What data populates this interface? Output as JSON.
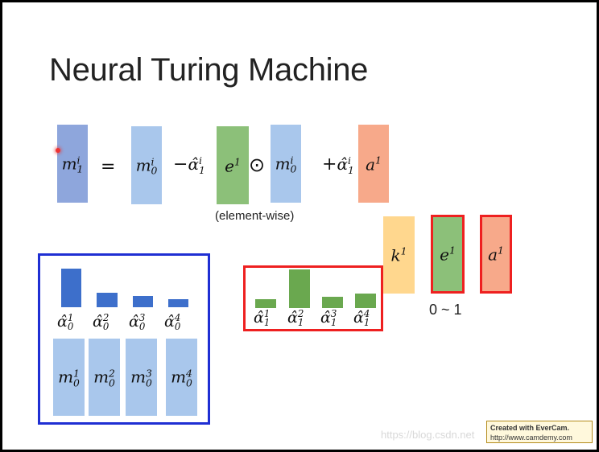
{
  "slide": {
    "title": "Neural Turing Machine",
    "equation": {
      "lhs": "m",
      "lhs_sup": "i",
      "lhs_sub": "1",
      "equals": "=",
      "m0": "m",
      "m0_sup": "i",
      "m0_sub": "0",
      "minus": "−",
      "alpha_hat": "α̂",
      "alpha_sup": "i",
      "alpha_sub": "1",
      "e": "e",
      "e_sup": "1",
      "odot": "⊙",
      "plus": "+",
      "a": "a",
      "a_sup": "1"
    },
    "element_wise_note": "(element-wise)",
    "memory_panel": {
      "weights": [
        {
          "symbol": "α̂",
          "sup": "1",
          "sub": "0",
          "value": 1.0
        },
        {
          "symbol": "α̂",
          "sup": "2",
          "sub": "0",
          "value": 0.38
        },
        {
          "symbol": "α̂",
          "sup": "3",
          "sub": "0",
          "value": 0.3
        },
        {
          "symbol": "α̂",
          "sup": "4",
          "sub": "0",
          "value": 0.2
        }
      ],
      "memories": [
        {
          "symbol": "m",
          "sup": "1",
          "sub": "0"
        },
        {
          "symbol": "m",
          "sup": "2",
          "sub": "0"
        },
        {
          "symbol": "m",
          "sup": "3",
          "sub": "0"
        },
        {
          "symbol": "m",
          "sup": "4",
          "sub": "0"
        }
      ]
    },
    "attention_panel": {
      "weights": [
        {
          "symbol": "α̂",
          "sup": "1",
          "sub": "1",
          "value": 0.22
        },
        {
          "symbol": "α̂",
          "sup": "2",
          "sub": "1",
          "value": 1.0
        },
        {
          "symbol": "α̂",
          "sup": "3",
          "sub": "1",
          "value": 0.3
        },
        {
          "symbol": "α̂",
          "sup": "4",
          "sub": "1",
          "value": 0.38
        }
      ]
    },
    "vectors": {
      "k": {
        "symbol": "k",
        "sup": "1"
      },
      "e": {
        "symbol": "e",
        "sup": "1"
      },
      "a": {
        "symbol": "a",
        "sup": "1"
      }
    },
    "range_label": "0 ~ 1",
    "watermark": "https://blog.csdn.net",
    "evercam": {
      "line1": "Created with EverCam.",
      "line2": "http://www.camdemy.com"
    }
  },
  "colors": {
    "m_lhs": "#8ea6dc",
    "m_light": "#a9c7ec",
    "e_green": "#8cc079",
    "a_orange": "#f7a98a",
    "k_yellow": "#ffd78e",
    "bar_blue": "#3d6fcb",
    "bar_green": "#6aa84f",
    "panel_blue": "#1f2fd3",
    "red": "#ee2020"
  }
}
